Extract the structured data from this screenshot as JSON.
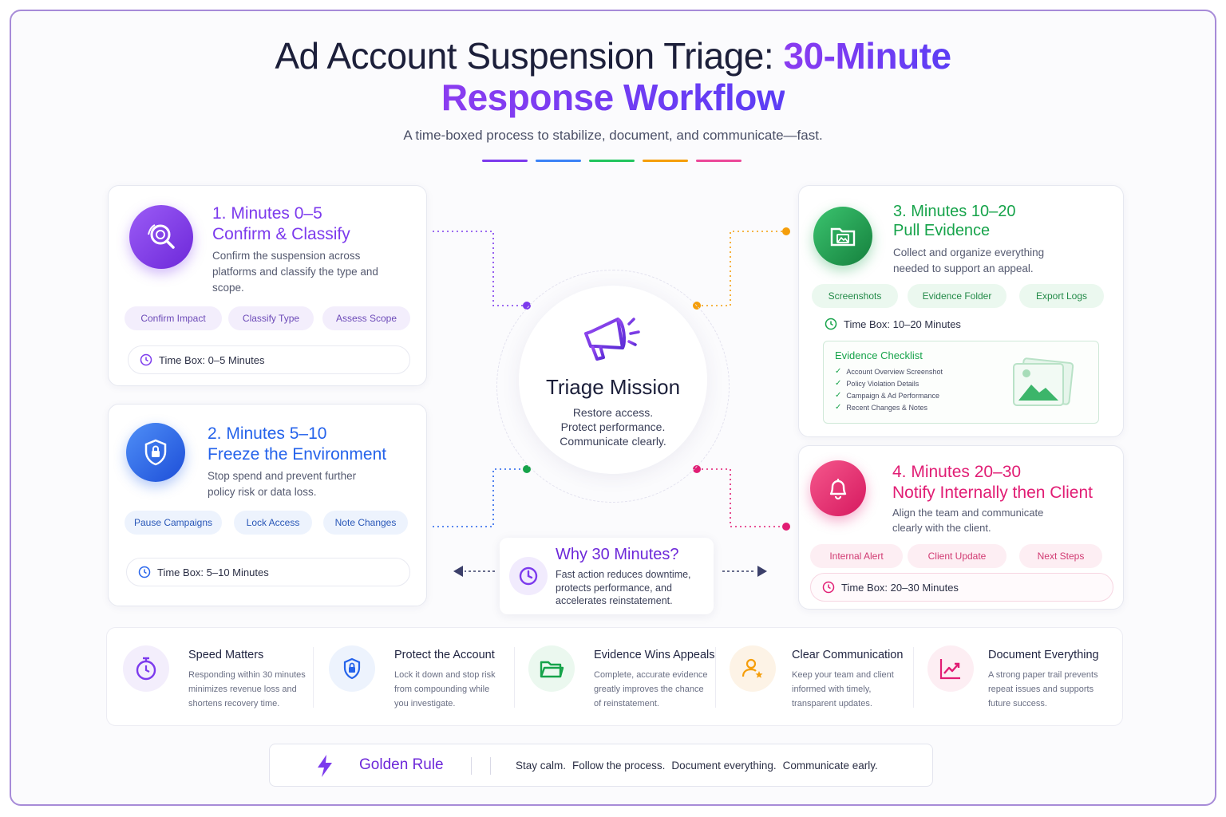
{
  "header": {
    "title_plain": "Ad Account Suspension Triage: ",
    "title_accent_1": "30-Minute",
    "title_accent_2": "Response Workflow",
    "subtitle": "A time-boxed process to stabilize, document, and communicate—fast.",
    "divider_colors": [
      "#7c3aed",
      "#3b82f6",
      "#22c55e",
      "#f59e0b",
      "#ec4899"
    ]
  },
  "steps": [
    {
      "number_line": "1. Minutes 0–5",
      "title": "Confirm & Classify",
      "description": "Confirm the suspension across platforms and classify the type and scope.",
      "tags": [
        "Confirm Impact",
        "Classify Type",
        "Assess Scope"
      ],
      "timebox": "Time Box: 0–5 Minutes",
      "icon": "search-icon",
      "color": "#7c3aed"
    },
    {
      "number_line": "2. Minutes 5–10",
      "title": "Freeze the Environment",
      "description": "Stop spend and prevent further policy risk or data loss.",
      "tags": [
        "Pause Campaigns",
        "Lock Access",
        "Note Changes"
      ],
      "timebox": "Time Box: 5–10 Minutes",
      "icon": "shield-lock-icon",
      "color": "#2563eb"
    },
    {
      "number_line": "3. Minutes 10–20",
      "title": "Pull Evidence",
      "description": "Collect and organize everything needed to support an appeal.",
      "tags": [
        "Screenshots",
        "Evidence Folder",
        "Export Logs"
      ],
      "timebox": "Time Box: 10–20 Minutes",
      "icon": "folder-image-icon",
      "color": "#16a34a",
      "checklist": {
        "title": "Evidence Checklist",
        "items": [
          "Account Overview Screenshot",
          "Policy Violation Details",
          "Campaign & Ad Performance",
          "Recent Changes & Notes"
        ]
      }
    },
    {
      "number_line": "4. Minutes 20–30",
      "title": "Notify Internally then Client",
      "description": "Align the team and communicate clearly with the client.",
      "tags": [
        "Internal Alert",
        "Client Update",
        "Next Steps"
      ],
      "timebox": "Time Box: 20–30 Minutes",
      "icon": "bell-icon",
      "color": "#e11d74"
    }
  ],
  "center": {
    "title": "Triage Mission",
    "lines": [
      "Restore access.",
      "Protect performance.",
      "Communicate clearly."
    ],
    "icon": "megaphone-icon"
  },
  "why": {
    "title": "Why 30 Minutes?",
    "text": "Fast action reduces downtime, protects performance, and accelerates reinstatement.",
    "icon": "clock-icon"
  },
  "features": [
    {
      "title": "Speed Matters",
      "text": "Responding within 30 minutes minimizes revenue loss and shortens recovery time.",
      "icon": "stopwatch-icon",
      "color": "#7c3aed"
    },
    {
      "title": "Protect the Account",
      "text": "Lock it down and stop risk from compounding while you investigate.",
      "icon": "shield-lock-icon",
      "color": "#2563eb"
    },
    {
      "title": "Evidence Wins Appeals",
      "text": "Complete, accurate evidence greatly improves the chance of reinstatement.",
      "icon": "folder-icon",
      "color": "#16a34a"
    },
    {
      "title": "Clear Communication",
      "text": "Keep your team and client informed with timely, transparent updates.",
      "icon": "user-star-icon",
      "color": "#f59e0b"
    },
    {
      "title": "Document Everything",
      "text": "A strong paper trail prevents repeat issues and supports future success.",
      "icon": "trend-up-icon",
      "color": "#e11d74"
    }
  ],
  "golden_rule": {
    "label": "Golden Rule",
    "items": [
      "Stay calm.",
      "Follow the process.",
      "Document everything.",
      "Communicate early."
    ],
    "icon": "lightning-icon"
  }
}
